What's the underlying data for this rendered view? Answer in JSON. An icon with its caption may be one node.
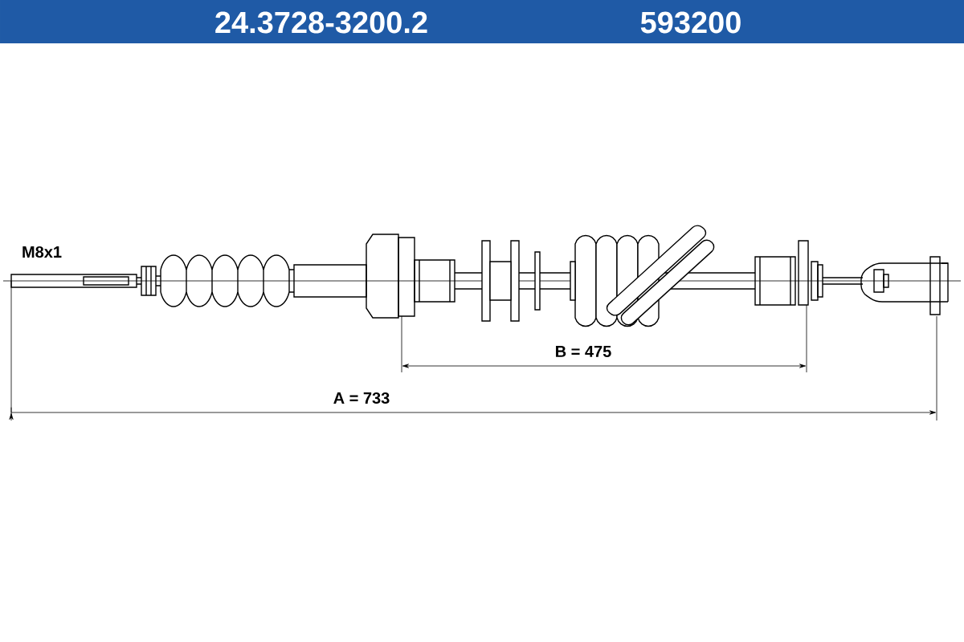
{
  "diagram": {
    "labels": [
      "24.3728-3200.2",
      "593200",
      "M8x1",
      "B = 475",
      "A = 733"
    ]
  }
}
